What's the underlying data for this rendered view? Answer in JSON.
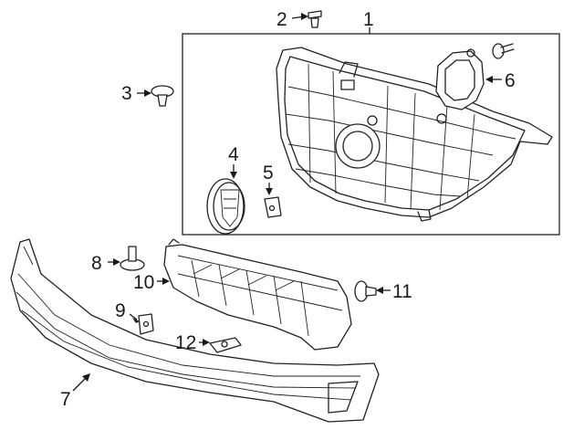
{
  "callouts": [
    {
      "id": "1",
      "label": "1"
    },
    {
      "id": "2",
      "label": "2"
    },
    {
      "id": "3",
      "label": "3"
    },
    {
      "id": "4",
      "label": "4"
    },
    {
      "id": "5",
      "label": "5"
    },
    {
      "id": "6",
      "label": "6"
    },
    {
      "id": "7",
      "label": "7"
    },
    {
      "id": "8",
      "label": "8"
    },
    {
      "id": "9",
      "label": "9"
    },
    {
      "id": "10",
      "label": "10"
    },
    {
      "id": "11",
      "label": "11"
    },
    {
      "id": "12",
      "label": "12"
    }
  ],
  "colors": {
    "line": "#222222",
    "background": "#ffffff"
  }
}
